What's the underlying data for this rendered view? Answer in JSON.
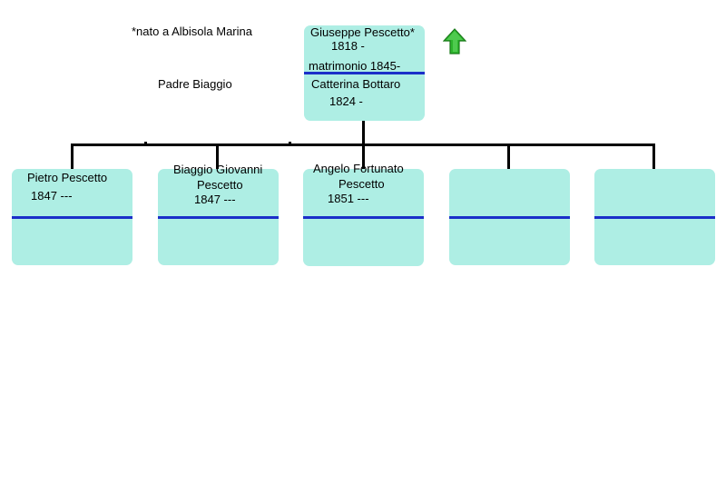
{
  "notes": {
    "birthplace": "*nato a Albisola Marina",
    "father": "Padre Biaggio"
  },
  "parent": {
    "name": "Giuseppe Pescetto*",
    "birth": "1818 -",
    "marriage": "matrimonio 1845-",
    "spouse_name": "Catterina Bottaro",
    "spouse_birth": "1824 -"
  },
  "children": [
    {
      "name_line1": "Pietro Pescetto",
      "name_line2": "",
      "years": "1847 ---"
    },
    {
      "name_line1": "Biaggio Giovanni",
      "name_line2": "Pescetto",
      "years": "1847 ---"
    },
    {
      "name_line1": "Angelo Fortunato",
      "name_line2": "Pescetto",
      "years": "1851 ---"
    },
    {
      "name_line1": "",
      "name_line2": "",
      "years": ""
    },
    {
      "name_line1": "",
      "name_line2": "",
      "years": ""
    }
  ],
  "icons": {
    "navigate_up": "green-up-arrow-icon"
  },
  "colors": {
    "box_fill": "#aeeee4",
    "divider": "#1b2fc9",
    "arrow": "#2db52d"
  }
}
